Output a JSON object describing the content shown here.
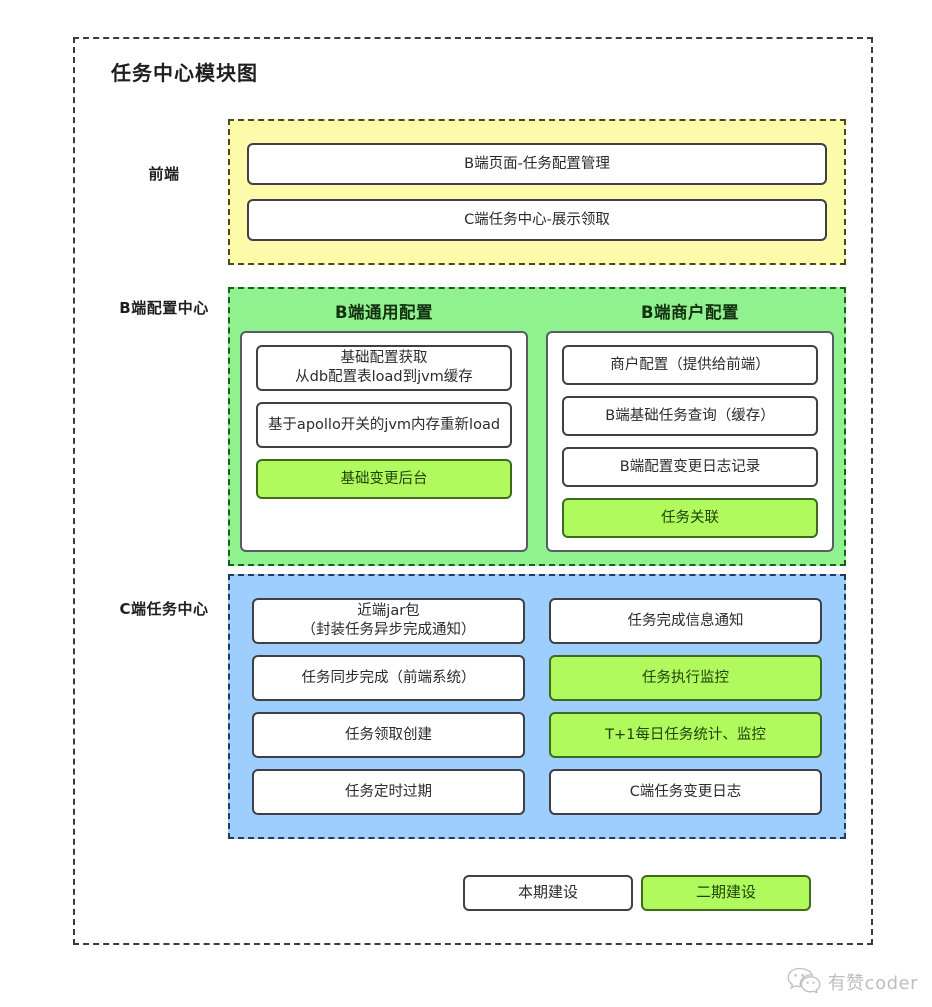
{
  "diagram": {
    "title": "任务中心模块图",
    "legend": {
      "current": "本期建设",
      "phase2": "二期建设"
    },
    "watermark": {
      "icon": "wechat-icon",
      "text": "有赞coder"
    },
    "colors": {
      "frontend_fill": "#fbfbaa",
      "bconfig_fill": "#8ff28f",
      "ccenter_fill": "#9dcefd",
      "phase2_fill": "#b0fa5e",
      "box_border": "#3f3f46",
      "frame_border": "#3a3a45"
    },
    "sections": {
      "frontend": {
        "label": "前端",
        "boxes": [
          {
            "text": "B端页面-任务配置管理",
            "phase": "current"
          },
          {
            "text": "C端任务中心-展示领取",
            "phase": "current"
          }
        ]
      },
      "bconfig": {
        "label": "B端配置中心",
        "columns": [
          {
            "header": "B端通用配置",
            "boxes": [
              {
                "text": "基础配置获取\n从db配置表load到jvm缓存",
                "phase": "current"
              },
              {
                "text": "基于apollo开关的jvm内存重新load",
                "phase": "current"
              },
              {
                "text": "基础变更后台",
                "phase": "phase2"
              }
            ]
          },
          {
            "header": "B端商户配置",
            "boxes": [
              {
                "text": "商户配置（提供给前端）",
                "phase": "current"
              },
              {
                "text": "B端基础任务查询（缓存）",
                "phase": "current"
              },
              {
                "text": "B端配置变更日志记录",
                "phase": "current"
              },
              {
                "text": "任务关联",
                "phase": "phase2"
              }
            ]
          }
        ]
      },
      "ccenter": {
        "label": "C端任务中心",
        "columns": [
          {
            "boxes": [
              {
                "text": "近端jar包\n（封装任务异步完成通知）",
                "phase": "current"
              },
              {
                "text": "任务同步完成（前端系统）",
                "phase": "current"
              },
              {
                "text": "任务领取创建",
                "phase": "current"
              },
              {
                "text": "任务定时过期",
                "phase": "current"
              }
            ]
          },
          {
            "boxes": [
              {
                "text": "任务完成信息通知",
                "phase": "current"
              },
              {
                "text": "任务执行监控",
                "phase": "phase2"
              },
              {
                "text": "T+1每日任务统计、监控",
                "phase": "phase2"
              },
              {
                "text": "C端任务变更日志",
                "phase": "current"
              }
            ]
          }
        ]
      }
    }
  }
}
